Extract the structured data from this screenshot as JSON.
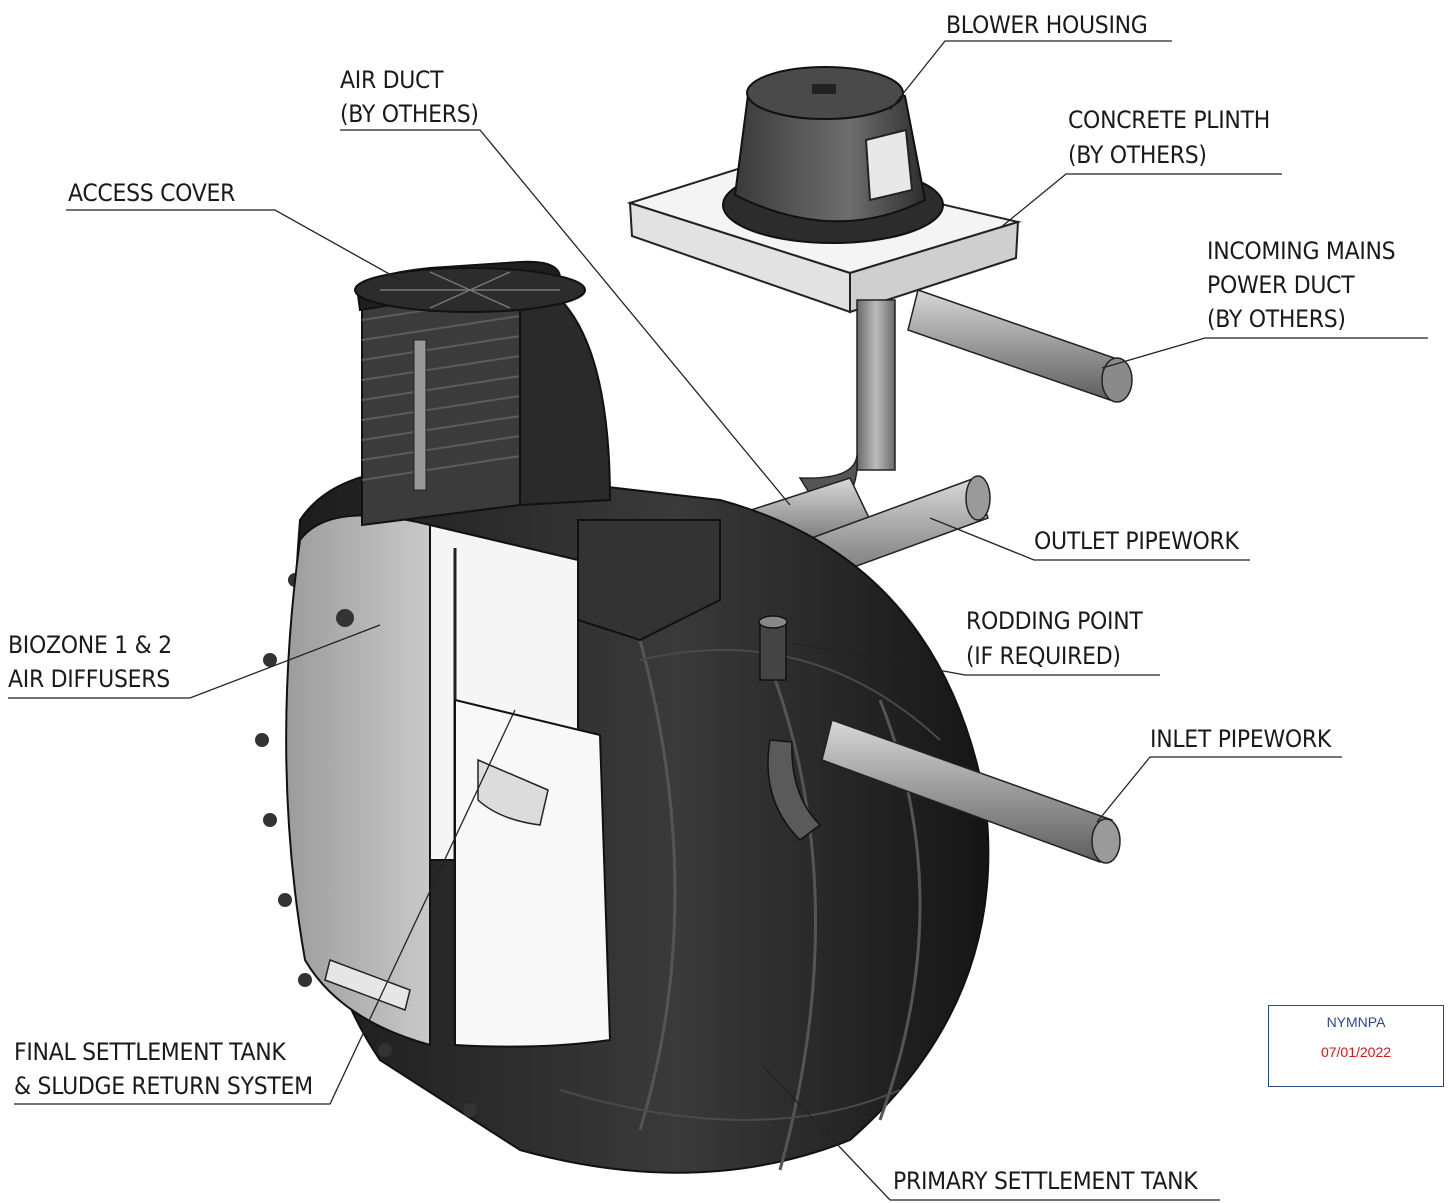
{
  "labels": {
    "blower_housing": "BLOWER HOUSING",
    "air_duct": [
      "AIR DUCT",
      "(BY OTHERS)"
    ],
    "concrete_plinth": [
      "CONCRETE PLINTH",
      "(BY OTHERS)"
    ],
    "access_cover": "ACCESS COVER",
    "incoming_mains": [
      "INCOMING MAINS",
      "POWER DUCT",
      "(BY OTHERS)"
    ],
    "outlet_pipework": "OUTLET PIPEWORK",
    "rodding_point": [
      "RODDING POINT",
      "(IF REQUIRED)"
    ],
    "biozone": [
      "BIOZONE 1 & 2",
      "AIR DIFFUSERS"
    ],
    "inlet_pipework": "INLET PIPEWORK",
    "final_settlement": [
      "FINAL SETTLEMENT TANK",
      "& SLUDGE RETURN SYSTEM"
    ],
    "primary_settlement": "PRIMARY SETTLEMENT TANK"
  },
  "stamp": {
    "org": "NYMNPA",
    "date": "07/01/2022"
  },
  "colors": {
    "tank_body": "#2a2a2a",
    "pipe": "#a8a8a8",
    "stamp_border": "#2b4a8b",
    "stamp_date": "#d11a1a"
  }
}
